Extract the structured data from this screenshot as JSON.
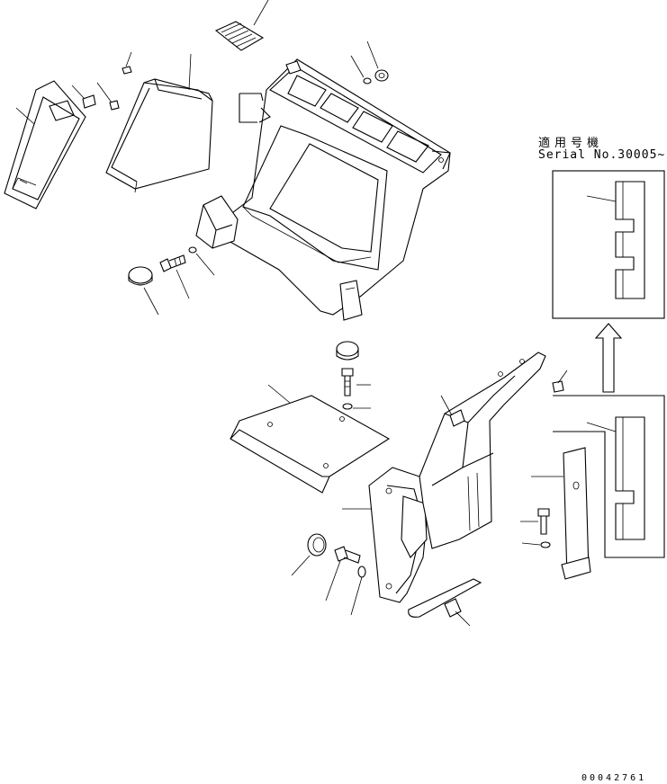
{
  "labels": {
    "applies_to": "適用号機",
    "serial": "Serial No.30005~",
    "figure_number": "00042761"
  }
}
